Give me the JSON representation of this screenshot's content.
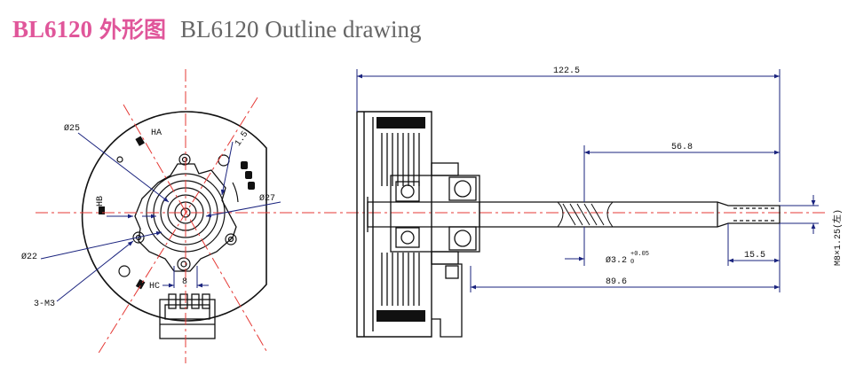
{
  "title": {
    "model": "BL6120",
    "chinese": "外形图",
    "english": "BL6120 Outline drawing"
  },
  "colors": {
    "title_accent": "#e0569a",
    "title_gray": "#666666",
    "centerline": "#e53935",
    "dimension": "#1a237e"
  },
  "front_view": {
    "phi25": "Ø25",
    "phi27": "Ø27",
    "phi22": "Ø22",
    "sensor_a": "HA",
    "sensor_b": "HB",
    "sensor_c": "HC",
    "dim_1_5": "1.5",
    "dim_8": "8",
    "mount_holes": "3-M3"
  },
  "side_view": {
    "overall_length": "122.5",
    "dim_56_8": "56.8",
    "shaft_dia": "Ø3.2",
    "shaft_tol": "+0.05",
    "shaft_tol_low": "0",
    "dim_15_5": "15.5",
    "dim_89_6": "89.6",
    "thread": "M8×1.25(左)"
  }
}
